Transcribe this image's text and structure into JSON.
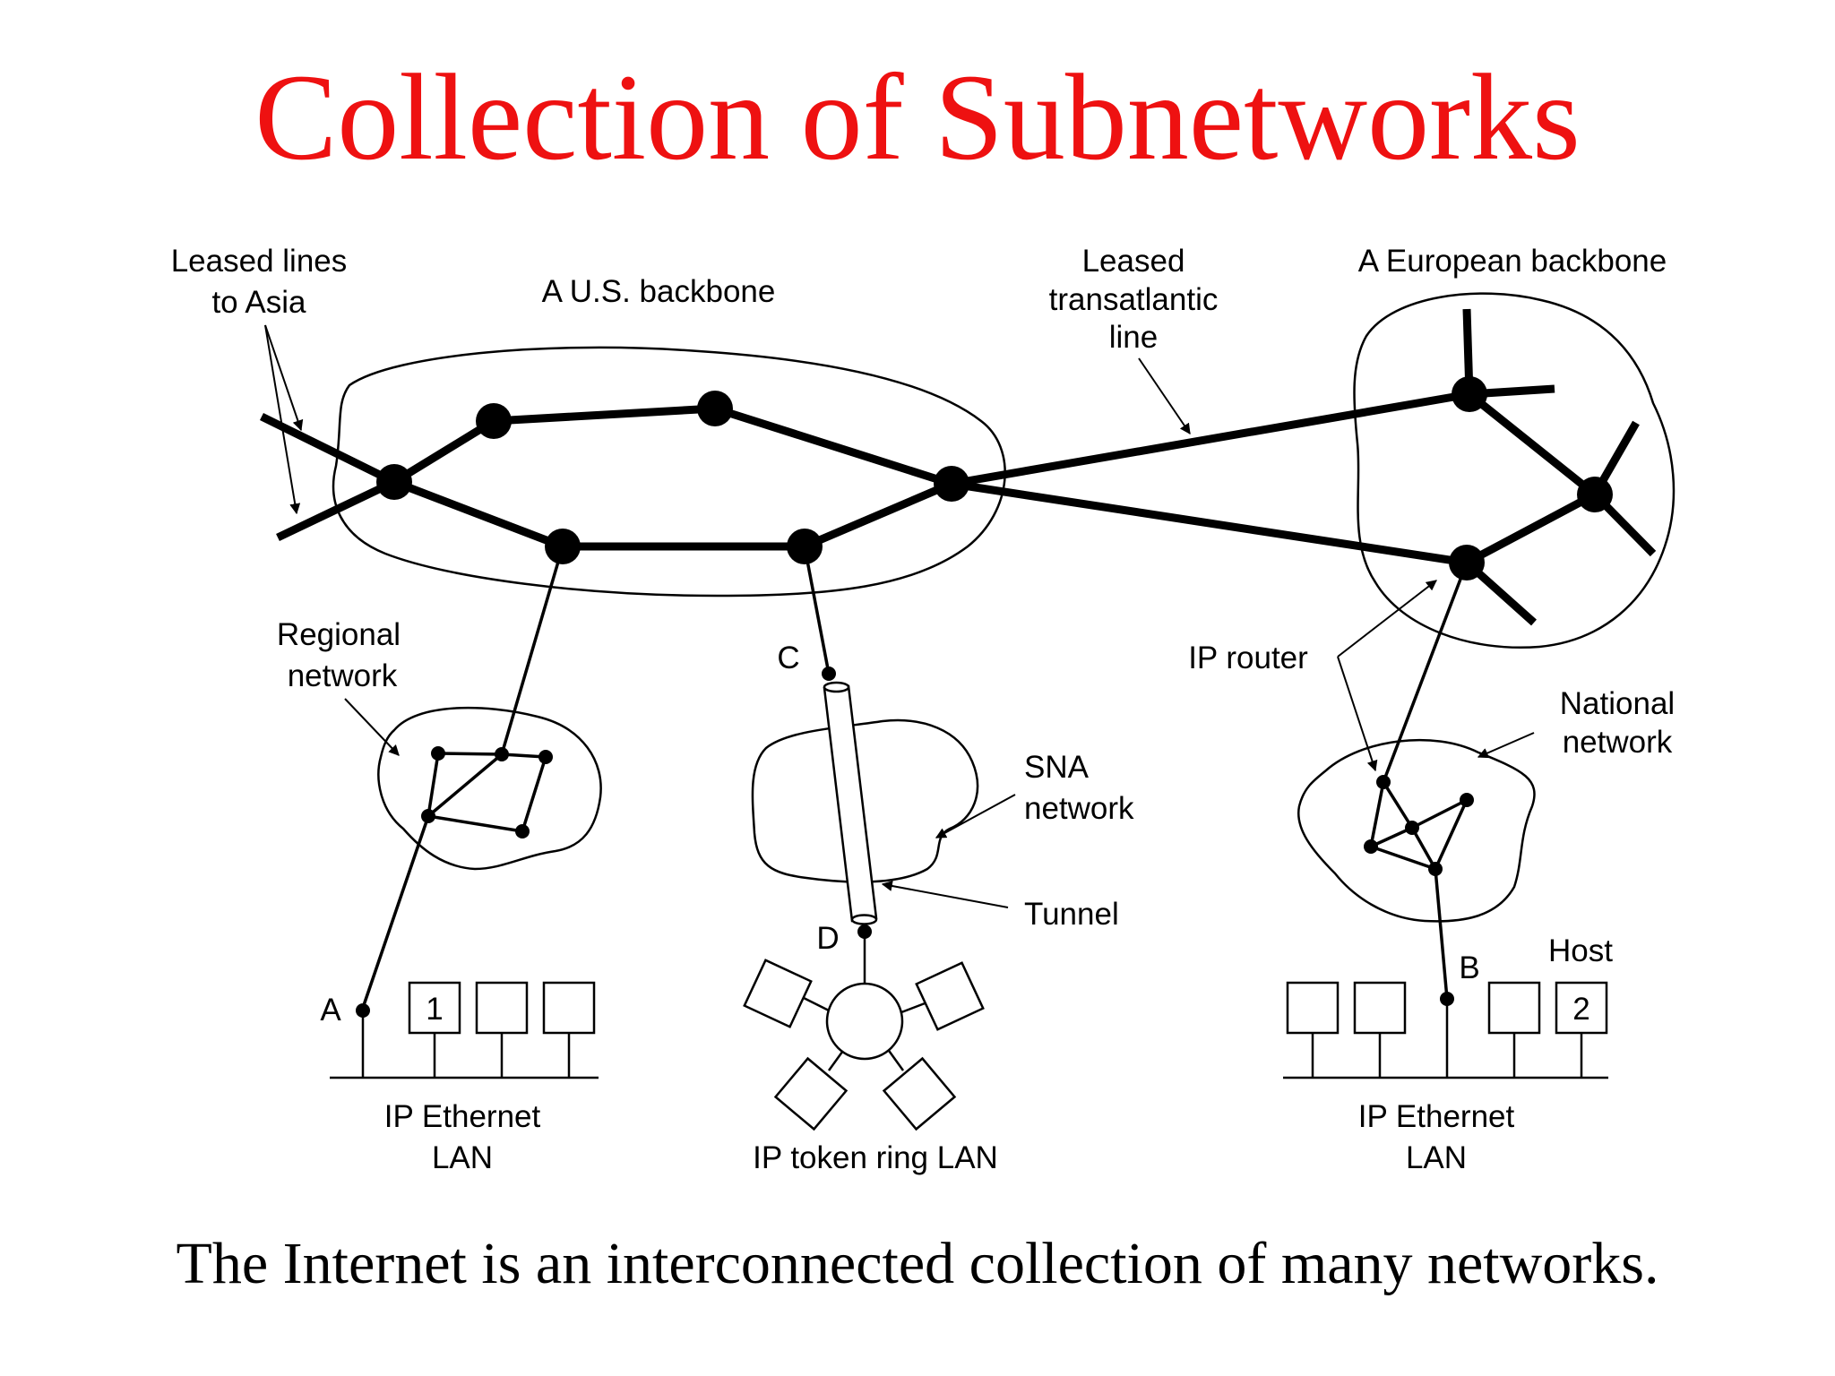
{
  "title": "Collection of Subnetworks",
  "caption": "The Internet is an interconnected collection of many networks.",
  "labels": {
    "leased_asia_1": "Leased lines",
    "leased_asia_2": "to Asia",
    "us_backbone": "A U.S. backbone",
    "transatlantic_1": "Leased",
    "transatlantic_2": "transatlantic",
    "transatlantic_3": "line",
    "euro_backbone": "A European backbone",
    "regional_1": "Regional",
    "regional_2": "network",
    "sna_1": "SNA",
    "sna_2": "network",
    "tunnel": "Tunnel",
    "ip_router": "IP router",
    "national_1": "National",
    "national_2": "network",
    "host": "Host",
    "node_a": "A",
    "node_b": "B",
    "node_c": "C",
    "node_d": "D",
    "host_1": "1",
    "host_2": "2",
    "eth_left_1": "IP Ethernet",
    "eth_left_2": "LAN",
    "token_ring": "IP token ring LAN",
    "eth_right_1": "IP Ethernet",
    "eth_right_2": "LAN"
  }
}
